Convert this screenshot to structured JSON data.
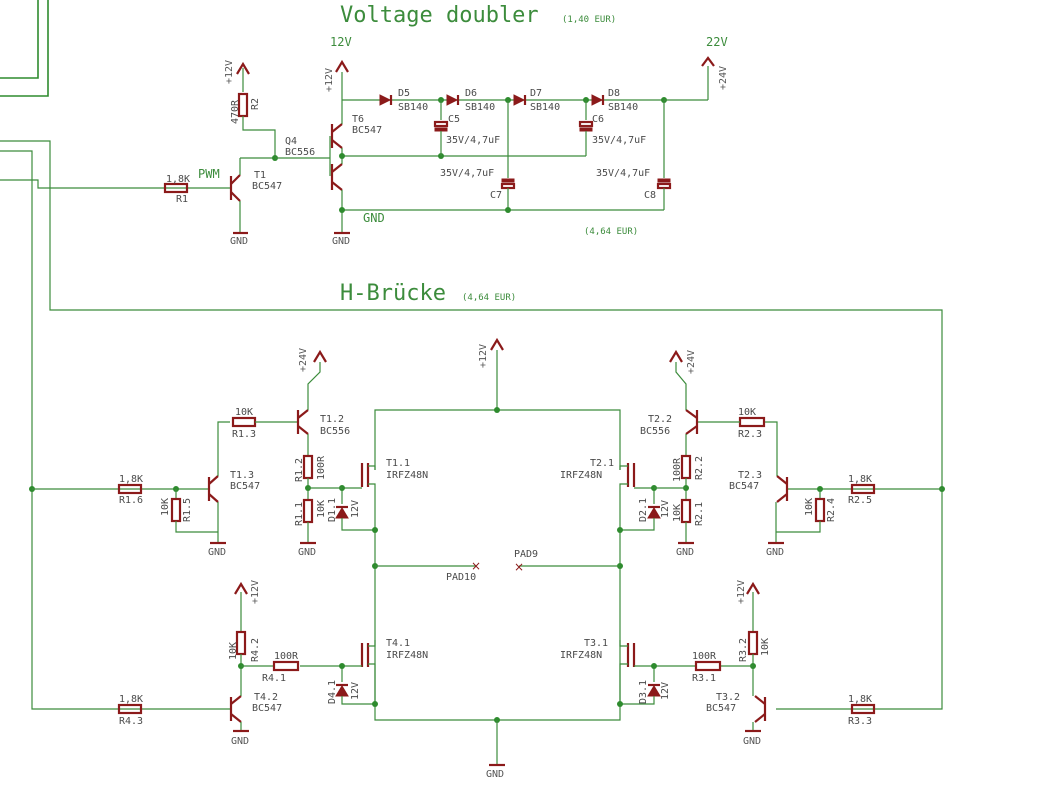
{
  "sections": {
    "doubler_title": "Voltage doubler",
    "doubler_cost": "(1,40 EUR)",
    "bridge_title": "H-Brücke",
    "bridge_cost": "(4,64 EUR)",
    "doubler_cost2": "(4,64 EUR)"
  },
  "nets": {
    "v12": "12V",
    "v22": "22V",
    "gnd": "GND",
    "pwm": "PWM",
    "p12": "+12V",
    "p24": "+24V",
    "pad9": "PAD9",
    "pad10": "PAD10"
  },
  "doubler": {
    "r1": "R1",
    "r1v": "1,8K",
    "r2": "R2",
    "r2v": "470R",
    "t1": "T1",
    "t1v": "BC547",
    "q4": "Q4",
    "q4v": "BC556",
    "t6": "T6",
    "t6v": "BC547",
    "d5": "D5",
    "d6": "D6",
    "d7": "D7",
    "d8": "D8",
    "dv": "SB140",
    "c5": "C5",
    "c6": "C6",
    "c7": "C7",
    "c8": "C8",
    "cv": "35V/4,7uF"
  },
  "bridge": {
    "r16": "R1.6",
    "r43": "R4.3",
    "r25": "R2.5",
    "r33": "R3.3",
    "v18": "1,8K",
    "r15": "R1.5",
    "r24": "R2.4",
    "r11": "R1.1",
    "r21": "R2.1",
    "r42": "R4.2",
    "r32": "R3.2",
    "v10k": "10K",
    "r13": "R1.3",
    "r23": "R2.3",
    "r12": "R1.2",
    "r22": "R2.2",
    "r41": "R4.1",
    "r31": "R3.1",
    "v100": "100R",
    "t13": "T1.3",
    "t23": "T2.3",
    "t42": "T4.2",
    "t32": "T3.2",
    "bc547": "BC547",
    "t12": "T1.2",
    "t22": "T2.2",
    "bc556": "BC556",
    "t11": "T1.1",
    "t21": "T2.1",
    "t41": "T4.1",
    "t31": "T3.1",
    "irf": "IRFZ48N",
    "d11": "D1.1",
    "d21": "D2.1",
    "d41": "D4.1",
    "d31": "D3.1",
    "z12": "12V"
  }
}
